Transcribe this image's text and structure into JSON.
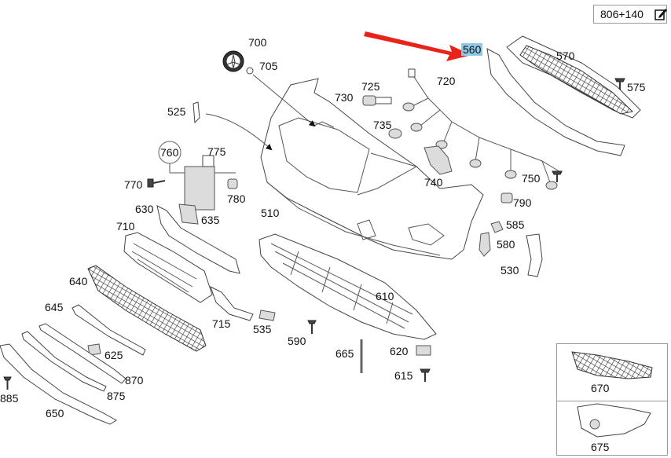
{
  "diagram_code": "806+140",
  "highlight_color": "#8fc8e8",
  "arrow_color": "#e8231a",
  "parts": {
    "p700": "700",
    "p705": "705",
    "p725": "725",
    "p730": "730",
    "p735": "735",
    "p720": "720",
    "p560": "560",
    "p570": "570",
    "p575": "575",
    "p525": "525",
    "p760": "760",
    "p775": "775",
    "p770": "770",
    "p780": "780",
    "p740": "740",
    "p750": "750",
    "p790": "790",
    "p510": "510",
    "p630": "630",
    "p635": "635",
    "p585": "585",
    "p580": "580",
    "p530": "530",
    "p710": "710",
    "p640": "640",
    "p645": "645",
    "p610": "610",
    "p715": "715",
    "p535": "535",
    "p590": "590",
    "p665": "665",
    "p620": "620",
    "p615": "615",
    "p625": "625",
    "p870": "870",
    "p875": "875",
    "p885": "885",
    "p650": "650",
    "p670": "670",
    "p675": "675"
  }
}
